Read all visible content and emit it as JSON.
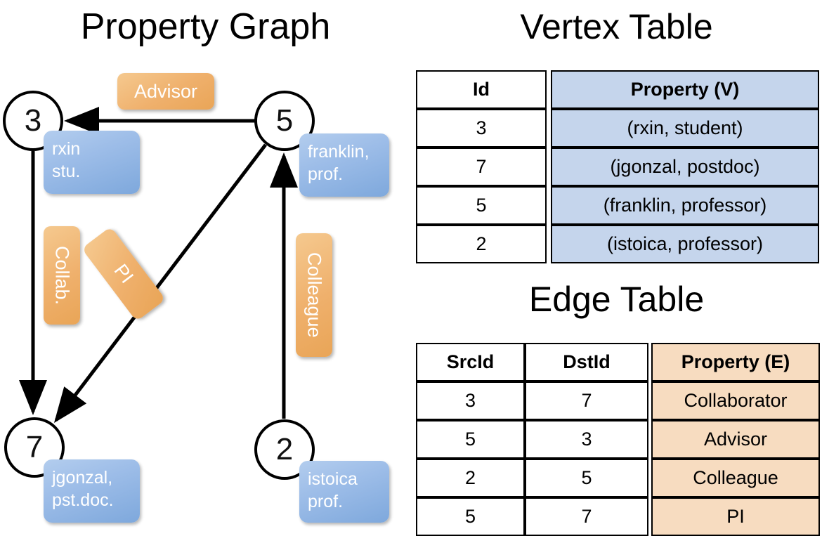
{
  "titles": {
    "property_graph": "Property Graph",
    "vertex_table": "Vertex Table",
    "edge_table": "Edge Table"
  },
  "graph": {
    "nodes": [
      {
        "id": "3",
        "label_line1": "rxin",
        "label_line2": "stu."
      },
      {
        "id": "5",
        "label_line1": "franklin,",
        "label_line2": "prof."
      },
      {
        "id": "7",
        "label_line1": "jgonzal,",
        "label_line2": "pst.doc."
      },
      {
        "id": "2",
        "label_line1": "istoica",
        "label_line2": "prof."
      }
    ],
    "edge_labels": [
      {
        "name": "advisor",
        "text": "Advisor"
      },
      {
        "name": "collab",
        "text": "Collab."
      },
      {
        "name": "pi",
        "text": "PI"
      },
      {
        "name": "colleague",
        "text": "Colleague"
      }
    ]
  },
  "vertex_table": {
    "headers": [
      "Id",
      "Property (V)"
    ],
    "rows": [
      {
        "id": "3",
        "property": "(rxin, student)"
      },
      {
        "id": "7",
        "property": "(jgonzal, postdoc)"
      },
      {
        "id": "5",
        "property": "(franklin, professor)"
      },
      {
        "id": "2",
        "property": "(istoica, professor)"
      }
    ]
  },
  "edge_table": {
    "headers": [
      "SrcId",
      "DstId",
      "Property (E)"
    ],
    "rows": [
      {
        "src": "3",
        "dst": "7",
        "property": "Collaborator"
      },
      {
        "src": "5",
        "dst": "3",
        "property": "Advisor"
      },
      {
        "src": "2",
        "dst": "5",
        "property": "Colleague"
      },
      {
        "src": "5",
        "dst": "7",
        "property": "PI"
      }
    ]
  },
  "colors": {
    "vertex_header_fill": "#c5d5ec",
    "edge_header_fill": "#f7dcc0",
    "vertex_box": "#9dbde8",
    "edge_box": "#efb06c",
    "stroke": "#000000"
  }
}
